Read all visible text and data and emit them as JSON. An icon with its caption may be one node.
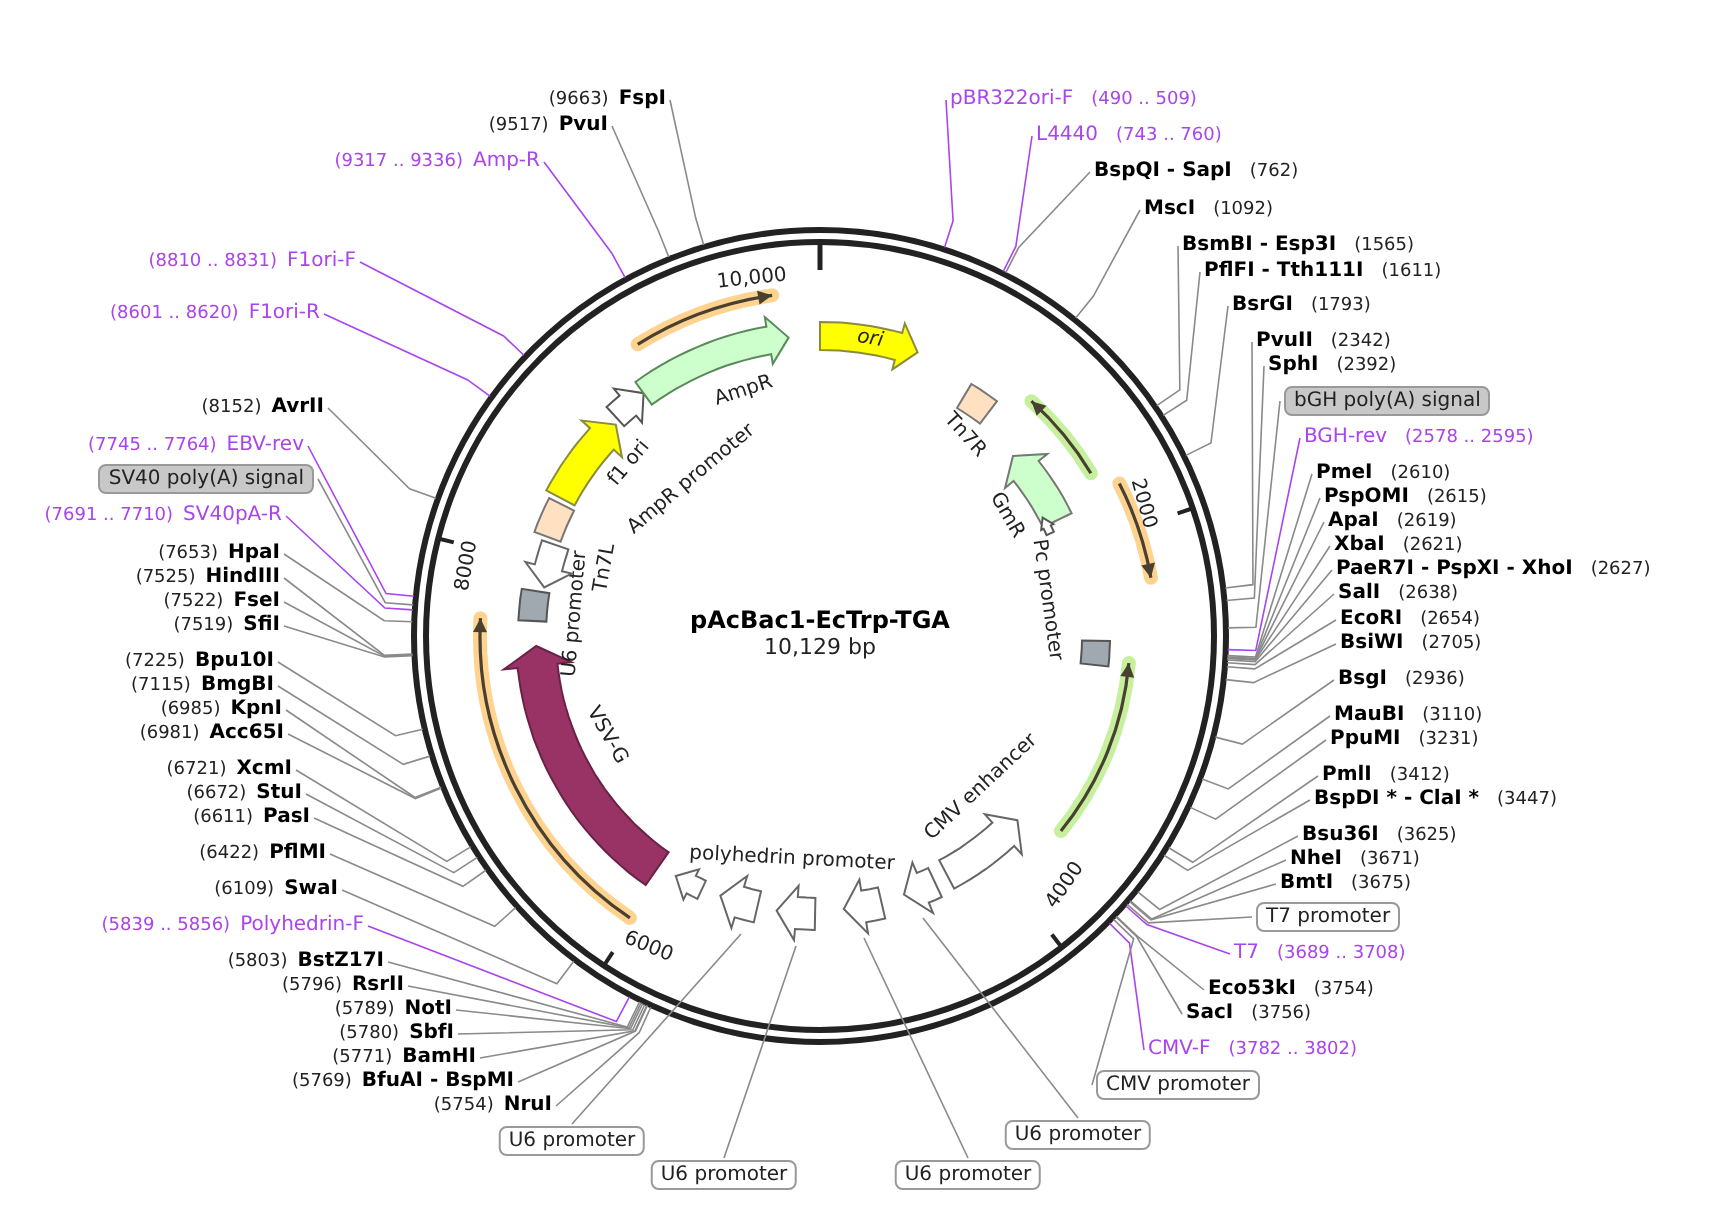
{
  "diagram": {
    "title": "pAcBac1-EcTrp-TGA",
    "nodes": [
      {
        "text": [
          "(9663)",
          "FspI"
        ]
      },
      {
        "text": [
          "(9517)",
          "PvuI"
        ]
      },
      {
        "text": [
          "(9317 .. 9336)",
          "Amp-R"
        ]
      },
      {
        "text": [
          "(8810 .. 8831)",
          "F1ori-F"
        ]
      },
      {
        "text": [
          "(8601 .. 8620)",
          "F1ori-R"
        ]
      },
      {
        "text": [
          "(8152)",
          "AvrII"
        ]
      },
      {
        "text": [
          "(7745 .. 7764)",
          "EBV-rev"
        ]
      },
      {
        "text": [
          "SV40 poly(A) signal"
        ]
      },
      {
        "text": [
          "(7691 .. 7710)",
          "SV40pA-R"
        ]
      },
      {
        "text": [
          "(7653)",
          "HpaI"
        ]
      },
      {
        "text": [
          "(7525)",
          "HindIII"
        ]
      },
      {
        "text": [
          "(7522)",
          "FseI"
        ]
      },
      {
        "text": [
          "(7519)",
          "SfiI"
        ]
      },
      {
        "text": [
          "(7225)",
          "Bpu10I"
        ]
      },
      {
        "text": [
          "(7115)",
          "BmgBI"
        ]
      },
      {
        "text": [
          "(6985)",
          "KpnI"
        ]
      },
      {
        "text": [
          "(6981)",
          "Acc65I"
        ]
      },
      {
        "text": [
          "(6721)",
          "XcmI"
        ]
      },
      {
        "text": [
          "(6672)",
          "StuI"
        ]
      },
      {
        "text": [
          "(6611)",
          "PasI"
        ]
      },
      {
        "text": [
          "(6422)",
          "PflMI"
        ]
      },
      {
        "text": [
          "(6109)",
          "SwaI"
        ]
      },
      {
        "text": [
          "(5839 .. 5856)",
          "Polyhedrin-F"
        ]
      },
      {
        "text": [
          "(5803)",
          "BstZ17I"
        ]
      },
      {
        "text": [
          "(5796)",
          "RsrII"
        ]
      },
      {
        "text": [
          "(5789)",
          "NotI"
        ]
      },
      {
        "text": [
          "(5780)",
          "SbfI"
        ]
      },
      {
        "text": [
          "(5771)",
          "BamHI"
        ]
      },
      {
        "text": [
          "(5769)",
          "BfuAI - BspMI"
        ]
      },
      {
        "text": [
          "(5754)",
          "NruI"
        ]
      },
      {
        "text": [
          "U6 promoter"
        ]
      },
      {
        "text": [
          "U6 promoter"
        ]
      },
      {
        "text": [
          "U6 promoter"
        ]
      },
      {
        "text": [
          "U6 promoter"
        ]
      },
      {
        "text": [
          "pBR322ori-F",
          "(490 .. 509)"
        ]
      },
      {
        "text": [
          "L4440",
          "(743 .. 760)"
        ]
      },
      {
        "text": [
          "BspQI - SapI",
          "(762)"
        ]
      },
      {
        "text": [
          "MscI",
          "(1092)"
        ]
      },
      {
        "text": [
          "BsmBI - Esp3I",
          "(1565)"
        ]
      },
      {
        "text": [
          "PflFI - Tth111I",
          "(1611)"
        ]
      },
      {
        "text": [
          "BsrGI",
          "(1793)"
        ]
      },
      {
        "text": [
          "PvuII",
          "(2342)"
        ]
      },
      {
        "text": [
          "SphI",
          "(2392)"
        ]
      },
      {
        "text": [
          "bGH poly(A) signal"
        ]
      },
      {
        "text": [
          "BGH-rev",
          "(2578 .. 2595)"
        ]
      },
      {
        "text": [
          "PmeI",
          "(2610)"
        ]
      },
      {
        "text": [
          "PspOMI",
          "(2615)"
        ]
      },
      {
        "text": [
          "ApaI",
          "(2619)"
        ]
      },
      {
        "text": [
          "XbaI",
          "(2621)"
        ]
      },
      {
        "text": [
          "PaeR7I - PspXI - XhoI",
          "(2627)"
        ]
      },
      {
        "text": [
          "SalI",
          "(2638)"
        ]
      },
      {
        "text": [
          "EcoRI",
          "(2654)"
        ]
      },
      {
        "text": [
          "BsiWI",
          "(2705)"
        ]
      },
      {
        "text": [
          "BsgI",
          "(2936)"
        ]
      },
      {
        "text": [
          "MauBI",
          "(3110)"
        ]
      },
      {
        "text": [
          "PpuMI",
          "(3231)"
        ]
      },
      {
        "text": [
          "PmlI",
          "(3412)"
        ]
      },
      {
        "text": [
          "BspDI * - ClaI *",
          "(3447)"
        ]
      },
      {
        "text": [
          "Bsu36I",
          "(3625)"
        ]
      },
      {
        "text": [
          "NheI",
          "(3671)"
        ]
      },
      {
        "text": [
          "BmtI",
          "(3675)"
        ]
      },
      {
        "text": [
          "T7 promoter"
        ]
      },
      {
        "text": [
          "T7",
          "(3689 .. 3708)"
        ]
      },
      {
        "text": [
          "Eco53kI",
          "(3754)"
        ]
      },
      {
        "text": [
          "SacI",
          "(3756)"
        ]
      },
      {
        "text": [
          "CMV-F",
          "(3782 .. 3802)"
        ]
      },
      {
        "text": [
          "CMV promoter"
        ]
      },
      {
        "text": [
          "AmpR promoter"
        ]
      },
      {
        "text": [
          "AmpR"
        ]
      },
      {
        "text": [
          "ori"
        ]
      },
      {
        "text": [
          "f1 ori"
        ]
      },
      {
        "text": [
          "Tn7R"
        ]
      },
      {
        "text": [
          "GmR"
        ]
      },
      {
        "text": [
          "Pc promoter"
        ]
      },
      {
        "text": [],
        "shape": "box"
      },
      {
        "text": [
          "CMV enhancer"
        ]
      },
      {
        "text": [],
        "shape": "arrow"
      },
      {
        "text": [],
        "shape": "arrow"
      },
      {
        "text": [],
        "shape": "arrow"
      },
      {
        "text": [],
        "shape": "arrow"
      },
      {
        "text": [
          "polyhedrin promoter"
        ]
      },
      {
        "text": [
          "VSV-G"
        ]
      },
      {
        "text": [
          "U6 promoter"
        ]
      },
      {
        "text": [
          "Tn7L"
        ]
      },
      {
        "text": [],
        "shape": "arrow"
      }
    ],
    "edges": [
      {
        "from": 0,
        "to": null,
        "arrow": "none"
      },
      {
        "from": 1,
        "to": null,
        "arrow": "none"
      },
      {
        "from": 2,
        "to": null,
        "arrow": "none",
        "color": "#aa44ee"
      },
      {
        "from": 3,
        "to": null,
        "arrow": "none",
        "color": "#aa44ee"
      },
      {
        "from": 4,
        "to": null,
        "arrow": "none",
        "color": "#aa44ee"
      },
      {
        "from": 5,
        "to": null,
        "arrow": "none"
      },
      {
        "from": 6,
        "to": null,
        "arrow": "none",
        "color": "#aa44ee"
      },
      {
        "from": 7,
        "to": null,
        "arrow": "none"
      },
      {
        "from": 8,
        "to": null,
        "arrow": "none",
        "color": "#aa44ee"
      },
      {
        "from": 9,
        "to": null,
        "arrow": "none"
      },
      {
        "from": 10,
        "to": null,
        "arrow": "none"
      },
      {
        "from": 11,
        "to": null,
        "arrow": "none"
      },
      {
        "from": 12,
        "to": null,
        "arrow": "none"
      },
      {
        "from": 13,
        "to": null,
        "arrow": "none"
      },
      {
        "from": 14,
        "to": null,
        "arrow": "none"
      },
      {
        "from": 15,
        "to": null,
        "arrow": "none"
      },
      {
        "from": 16,
        "to": null,
        "arrow": "none"
      },
      {
        "from": 17,
        "to": null,
        "arrow": "none"
      },
      {
        "from": 18,
        "to": null,
        "arrow": "none"
      },
      {
        "from": 19,
        "to": null,
        "arrow": "none"
      },
      {
        "from": 20,
        "to": null,
        "arrow": "none"
      },
      {
        "from": 21,
        "to": null,
        "arrow": "none"
      },
      {
        "from": 22,
        "to": null,
        "arrow": "none",
        "color": "#aa44ee"
      },
      {
        "from": 23,
        "to": null,
        "arrow": "none"
      },
      {
        "from": 24,
        "to": null,
        "arrow": "none"
      },
      {
        "from": 25,
        "to": null,
        "arrow": "none"
      },
      {
        "from": 26,
        "to": null,
        "arrow": "none"
      },
      {
        "from": 27,
        "to": null,
        "arrow": "none"
      },
      {
        "from": 28,
        "to": null,
        "arrow": "none"
      },
      {
        "from": 29,
        "to": null,
        "arrow": "none"
      },
      {
        "from": 30,
        "to": 76,
        "arrow": "none"
      },
      {
        "from": 31,
        "to": 77,
        "arrow": "none"
      },
      {
        "from": 32,
        "to": 78,
        "arrow": "none"
      },
      {
        "from": 33,
        "to": 79,
        "arrow": "none"
      },
      {
        "from": 34,
        "to": null,
        "arrow": "none",
        "color": "#aa44ee"
      },
      {
        "from": 35,
        "to": null,
        "arrow": "none",
        "color": "#aa44ee"
      },
      {
        "from": 36,
        "to": null,
        "arrow": "none"
      },
      {
        "from": 37,
        "to": null,
        "arrow": "none"
      },
      {
        "from": 38,
        "to": null,
        "arrow": "none"
      },
      {
        "from": 39,
        "to": null,
        "arrow": "none"
      },
      {
        "from": 40,
        "to": null,
        "arrow": "none"
      },
      {
        "from": 41,
        "to": null,
        "arrow": "none"
      },
      {
        "from": 42,
        "to": null,
        "arrow": "none"
      },
      {
        "from": 43,
        "to": null,
        "arrow": "none"
      },
      {
        "from": 44,
        "to": null,
        "arrow": "none",
        "color": "#aa44ee"
      },
      {
        "from": 45,
        "to": null,
        "arrow": "none"
      },
      {
        "from": 46,
        "to": null,
        "arrow": "none"
      },
      {
        "from": 47,
        "to": null,
        "arrow": "none"
      },
      {
        "from": 48,
        "to": null,
        "arrow": "none"
      },
      {
        "from": 49,
        "to": null,
        "arrow": "none"
      },
      {
        "from": 50,
        "to": null,
        "arrow": "none"
      },
      {
        "from": 51,
        "to": null,
        "arrow": "none"
      },
      {
        "from": 52,
        "to": null,
        "arrow": "none"
      },
      {
        "from": 53,
        "to": null,
        "arrow": "none"
      },
      {
        "from": 54,
        "to": null,
        "arrow": "none"
      },
      {
        "from": 55,
        "to": null,
        "arrow": "none"
      },
      {
        "from": 56,
        "to": null,
        "arrow": "none"
      },
      {
        "from": 57,
        "to": null,
        "arrow": "none"
      },
      {
        "from": 58,
        "to": null,
        "arrow": "none"
      },
      {
        "from": 59,
        "to": null,
        "arrow": "none"
      },
      {
        "from": 60,
        "to": null,
        "arrow": "none"
      },
      {
        "from": 61,
        "to": null,
        "arrow": "none"
      },
      {
        "from": 62,
        "to": null,
        "arrow": "none",
        "color": "#aa44ee"
      },
      {
        "from": 63,
        "to": null,
        "arrow": "none"
      },
      {
        "from": 64,
        "to": null,
        "arrow": "none"
      },
      {
        "from": 65,
        "to": null,
        "arrow": "none",
        "color": "#aa44ee"
      },
      {
        "from": 66,
        "to": null,
        "arrow": "none"
      }
    ],
    "labels": [
      "10,129 bp",
      "10,000",
      "2000",
      "4000",
      "6000",
      "8000"
    ]
  }
}
